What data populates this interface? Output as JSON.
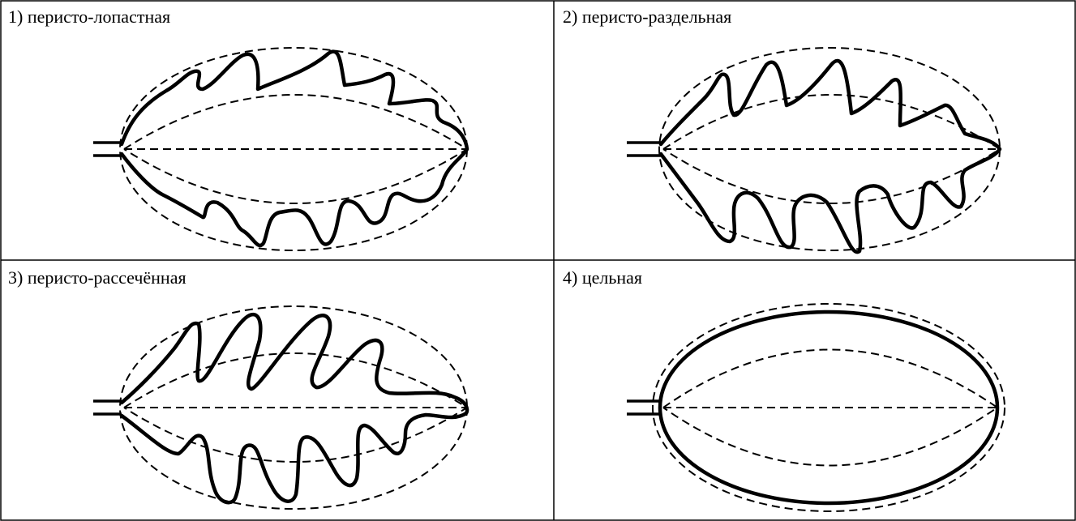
{
  "panels": [
    {
      "label": "1) перисто-лопастная"
    },
    {
      "label": "2) перисто-раздельная"
    },
    {
      "label": "3) перисто-рассечённая"
    },
    {
      "label": "4) цельная"
    }
  ]
}
